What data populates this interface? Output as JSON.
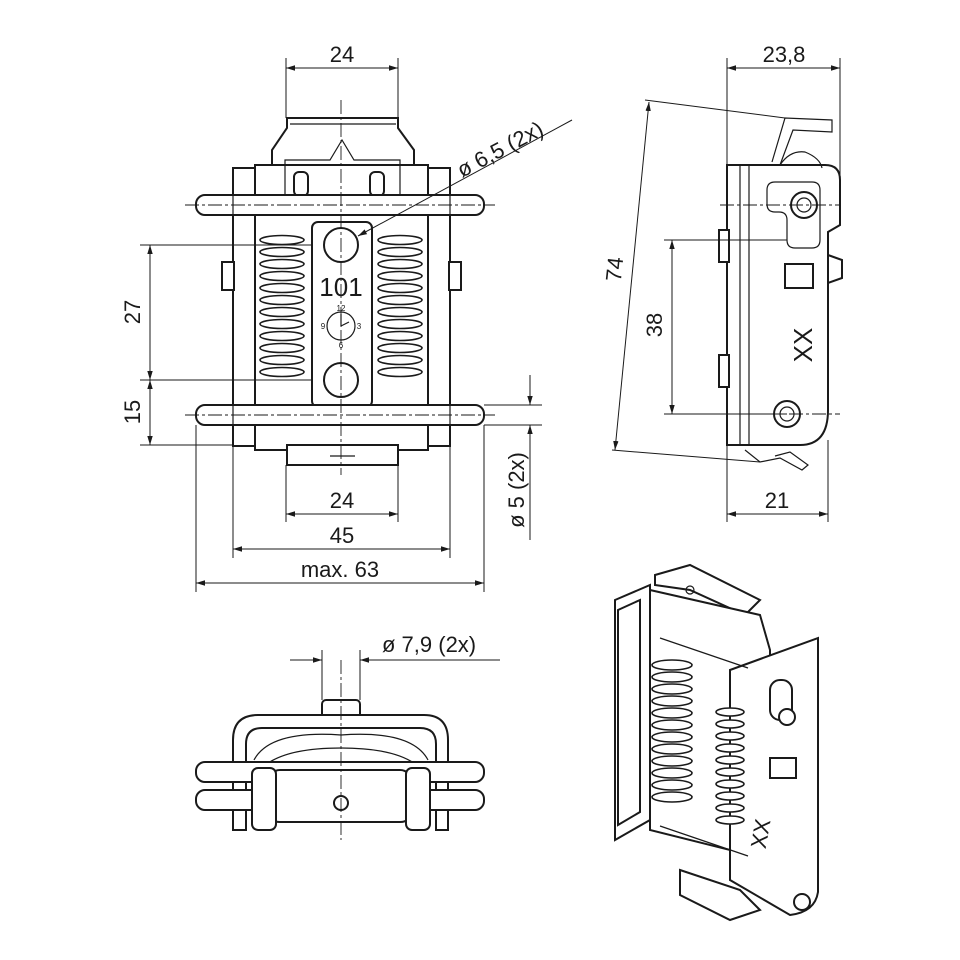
{
  "dimensions": {
    "front_top_width": "24",
    "front_hole_dia": "ø 6,5 (2x)",
    "front_mid_height": "27",
    "front_bottom_height": "15",
    "front_bottom_width": "24",
    "front_body_width": "45",
    "front_overall_width": "max. 63",
    "pin_dia": "ø 5 (2x)",
    "side_top_width": "23,8",
    "side_overall_height": "74",
    "side_hole_spacing": "38",
    "side_bottom_width": "21",
    "bottom_pin_dia": "ø 7,9 (2x)"
  },
  "markings": {
    "part_number": "101",
    "variant_code": "XX",
    "dial_numbers": [
      "12",
      "3",
      "6",
      "9"
    ]
  }
}
